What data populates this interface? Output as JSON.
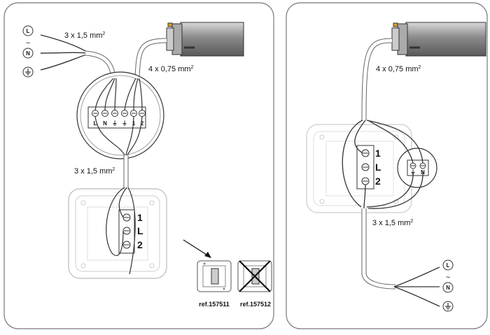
{
  "left_panel": {
    "supply_symbols": {
      "line": "L",
      "alternating": "~",
      "neutral": "N"
    },
    "cable_supply": "3 x 1,5 mm",
    "cable_supply_sup": "2",
    "cable_motor": "4 x 0,75 mm",
    "cable_motor_sup": "2",
    "cable_switch": "3 x 1,5 mm",
    "cable_switch_sup": "2",
    "terminal_labels": [
      "L",
      "N",
      "⏚",
      "⏚",
      "1",
      "2"
    ],
    "switch_terminals": [
      "1",
      "L",
      "2"
    ],
    "refs": [
      "ref.157511",
      "ref.157512"
    ]
  },
  "right_panel": {
    "cable_motor": "4 x 0,75 mm",
    "cable_motor_sup": "2",
    "cable_supply": "3 x 1,5 mm",
    "cable_supply_sup": "2",
    "switch_terminals": [
      "1",
      "L",
      "2"
    ],
    "box_terminals": [
      "⏚",
      "N"
    ],
    "supply_symbols": {
      "line": "L",
      "alternating": "~",
      "neutral": "N"
    }
  }
}
